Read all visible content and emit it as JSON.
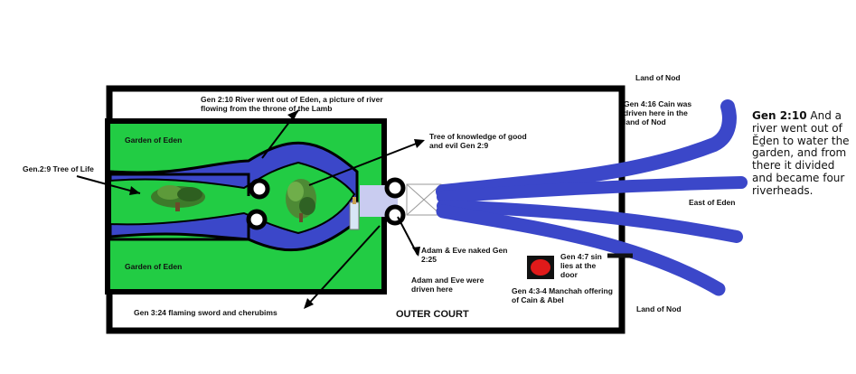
{
  "labels": {
    "land_of_nod_top": "Land of Nod",
    "land_of_nod_bottom": "Land of Nod",
    "east_of_eden": "East of Eden",
    "river_out_of_eden": "Gen 2:10 River went out of Eden, a picture of river flowing from the throne of the Lamb",
    "garden_of_eden_top": "Garden of Eden",
    "garden_of_eden_bottom": "Garden of Eden",
    "tree_of_life": "Gen.2:9 Tree of Life",
    "tree_of_knowledge": "Tree of knowledge of good and evil Gen 2:9",
    "cain_driven": "Gen 4:16 Cain was driven here in the land of Nod",
    "adam_eve_naked": "Adam & Eve naked Gen 2:25",
    "adam_eve_driven": "Adam and Eve were driven here",
    "sin_at_door": "Gen 4:7 sin lies at  the door",
    "manchah": "Gen 4:3-4 Manchah offering of Cain & Abel",
    "flaming_sword": "Gen 3:24 flaming sword and cherubims",
    "outer_court": "OUTER COURT"
  },
  "side_note": {
    "ref": "Gen 2:10",
    "text": "And a river went out of Ĕḏen to water the garden, and from there it divided and became four riverheads."
  },
  "colors": {
    "river": "#3b47c9",
    "garden": "#22cc44",
    "outline": "#000000",
    "sin_mark": "#e01a1a"
  }
}
